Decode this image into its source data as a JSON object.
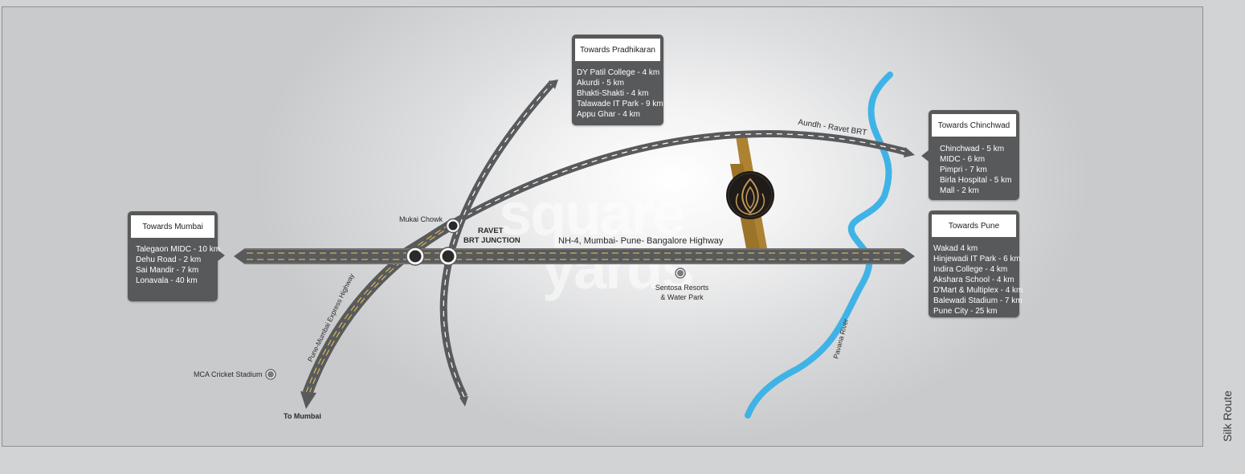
{
  "watermark": {
    "line1": "square",
    "line2": "yards"
  },
  "roads": {
    "highway": "NH-4, Mumbai- Pune- Bangalore Highway",
    "brt": "Aundh - Ravet BRT",
    "expressway": "Pune-Mumbai Express Highway"
  },
  "places": {
    "mukai_chowk": "Mukai Chowk",
    "junction_line1": "RAVET",
    "junction_line2": "BRT JUNCTION",
    "sentosa_line1": "Sentosa Resorts",
    "sentosa_line2": "& Water Park",
    "mca": "MCA Cricket Stadium",
    "to_mumbai": "To Mumbai",
    "river": "Pavana River"
  },
  "callouts": {
    "pradhikaran": {
      "title": "Towards Pradhikaran",
      "items": [
        "DY Patil College - 4 km",
        "Akurdi - 5 km",
        "Bhakti-Shakti - 4 km",
        "Talawade IT Park - 9 km",
        "Appu Ghar - 4 km"
      ]
    },
    "chinchwad": {
      "title": "Towards Chinchwad",
      "items": [
        "Chinchwad - 5 km",
        "MIDC - 6 km",
        "Pimpri - 7 km",
        "Birla Hospital - 5 km",
        "Mall - 2 km"
      ]
    },
    "mumbai": {
      "title": "Towards Mumbai",
      "items": [
        "Talegaon MIDC - 10 km",
        "Dehu Road - 2 km",
        "Sai Mandir - 7 km",
        "Lonavala - 40 km"
      ]
    },
    "pune": {
      "title": "Towards Pune",
      "items": [
        "Wakad 4 km",
        "Hinjewadi IT Park - 6 km",
        "Indira College - 4 km",
        "Akshara School - 4 km",
        "D'Mart & Multiplex - 4 km",
        "Balewadi Stadium - 7 km",
        "Pune City - 25 km"
      ]
    }
  },
  "side_label": "Silk Route",
  "colors": {
    "road": "#595a5c",
    "road_edge": "#8a8b8d",
    "highway_dash": "#e9c85a",
    "river": "#3fb3e6",
    "access_road": "#ad8332",
    "callout": "#58595b"
  }
}
